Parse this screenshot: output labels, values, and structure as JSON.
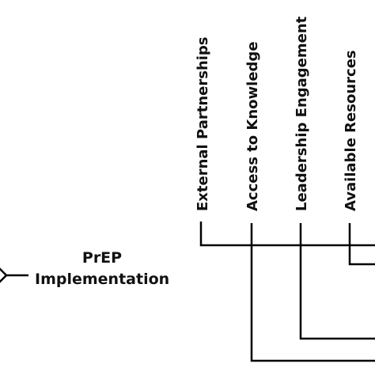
{
  "outcome": {
    "line1": "PrEP",
    "line2": "Implementation"
  },
  "factors": [
    {
      "label": "External Partnerships"
    },
    {
      "label": "Access to Knowledge"
    },
    {
      "label": "Leadership Engagement"
    },
    {
      "label": "Available Resources"
    }
  ]
}
